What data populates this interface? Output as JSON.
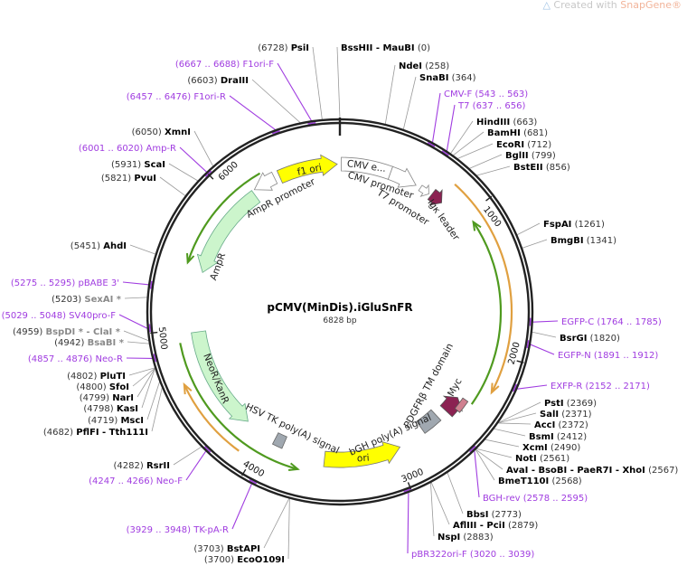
{
  "watermark": {
    "prefix": "Created with ",
    "brand": "SnapGene®"
  },
  "plasmid": {
    "name": "pCMV(MinDis).iGluSnFR",
    "length": "6828 bp"
  },
  "ticks": [
    "1000",
    "2000",
    "3000",
    "4000",
    "5000",
    "6000"
  ],
  "features": {
    "f1_ori": "f1 ori",
    "cmv_enhancer": "CMV e...",
    "cmv_promoter": "CMV promoter",
    "t7_promoter": "T7 promoter",
    "igk_leader": "Igκ leader",
    "ampr_promoter": "AmpR promoter",
    "ampr": "AmpR",
    "neor": "NeoR/KanR",
    "hsv_tk": "HSV TK poly(A) signal",
    "ori": "ori",
    "bgh": "bGH poly(A) signal",
    "pdgfr": "PDGFRβ TM domain",
    "myc": "Myc"
  },
  "colors": {
    "primer": "#a03ce0",
    "ori": "#ffff00",
    "resistance": "#ccf5cc",
    "orf_green": "#4f9a1f",
    "orf_orange": "#e0a040",
    "signal": "#a0a8b0",
    "tag": "#8b2252"
  },
  "left_labels": [
    {
      "pos": "(6728)",
      "name": "PsiI",
      "type": "enzyme"
    },
    {
      "pos": "(6667 .. 6688)",
      "name": "F1ori-F",
      "type": "primer"
    },
    {
      "pos": "(6603)",
      "name": "DraIII",
      "type": "enzyme"
    },
    {
      "pos": "(6457 .. 6476)",
      "name": "F1ori-R",
      "type": "primer"
    },
    {
      "pos": "(6050)",
      "name": "XmnI",
      "type": "enzyme"
    },
    {
      "pos": "(6001 .. 6020)",
      "name": "Amp-R",
      "type": "primer"
    },
    {
      "pos": "(5931)",
      "name": "ScaI",
      "type": "enzyme"
    },
    {
      "pos": "(5821)",
      "name": "PvuI",
      "type": "enzyme"
    },
    {
      "pos": "(5451)",
      "name": "AhdI",
      "type": "enzyme"
    },
    {
      "pos": "(5275 .. 5295)",
      "name": "pBABE 3'",
      "type": "primer"
    },
    {
      "pos": "(5203)",
      "name": "SexAI *",
      "type": "star"
    },
    {
      "pos": "(5029 .. 5048)",
      "name": "SV40pro-F",
      "type": "primer"
    },
    {
      "pos": "(4959)",
      "name": "BspDI * - ClaI *",
      "type": "star"
    },
    {
      "pos": "(4942)",
      "name": "BsaBI *",
      "type": "star"
    },
    {
      "pos": "(4857 .. 4876)",
      "name": "Neo-R",
      "type": "primer"
    },
    {
      "pos": "(4802)",
      "name": "PluTI",
      "type": "enzyme"
    },
    {
      "pos": "(4800)",
      "name": "SfoI",
      "type": "enzyme"
    },
    {
      "pos": "(4799)",
      "name": "NarI",
      "type": "enzyme"
    },
    {
      "pos": "(4798)",
      "name": "KasI",
      "type": "enzyme"
    },
    {
      "pos": "(4719)",
      "name": "MscI",
      "type": "enzyme"
    },
    {
      "pos": "(4682)",
      "name": "PflFI - Tth111I",
      "type": "enzyme"
    },
    {
      "pos": "(4282)",
      "name": "RsrII",
      "type": "enzyme"
    },
    {
      "pos": "(4247 .. 4266)",
      "name": "Neo-F",
      "type": "primer"
    },
    {
      "pos": "(3929 .. 3948)",
      "name": "TK-pA-R",
      "type": "primer"
    },
    {
      "pos": "(3703)",
      "name": "BstAPI",
      "type": "enzyme"
    },
    {
      "pos": "(3700)",
      "name": "EcoO109I",
      "type": "enzyme"
    }
  ],
  "right_labels": [
    {
      "pos": "(0)",
      "name": "BssHII - MauBI",
      "type": "enzyme"
    },
    {
      "pos": "(258)",
      "name": "NdeI",
      "type": "enzyme"
    },
    {
      "pos": "(364)",
      "name": "SnaBI",
      "type": "enzyme"
    },
    {
      "pos": "(543 .. 563)",
      "name": "CMV-F",
      "type": "primer"
    },
    {
      "pos": "(637 .. 656)",
      "name": "T7",
      "type": "primer"
    },
    {
      "pos": "(663)",
      "name": "HindIII",
      "type": "enzyme"
    },
    {
      "pos": "(681)",
      "name": "BamHI",
      "type": "enzyme"
    },
    {
      "pos": "(712)",
      "name": "EcoRI",
      "type": "enzyme"
    },
    {
      "pos": "(799)",
      "name": "BglII",
      "type": "enzyme"
    },
    {
      "pos": "(856)",
      "name": "BstEII",
      "type": "enzyme"
    },
    {
      "pos": "(1261)",
      "name": "FspAI",
      "type": "enzyme"
    },
    {
      "pos": "(1341)",
      "name": "BmgBI",
      "type": "enzyme"
    },
    {
      "pos": "(1764 .. 1785)",
      "name": "EGFP-C",
      "type": "primer"
    },
    {
      "pos": "(1820)",
      "name": "BsrGI",
      "type": "enzyme"
    },
    {
      "pos": "(1891 .. 1912)",
      "name": "EGFP-N",
      "type": "primer"
    },
    {
      "pos": "(2152 .. 2171)",
      "name": "EXFP-R",
      "type": "primer"
    },
    {
      "pos": "(2369)",
      "name": "PstI",
      "type": "enzyme"
    },
    {
      "pos": "(2371)",
      "name": "SalI",
      "type": "enzyme"
    },
    {
      "pos": "(2372)",
      "name": "AccI",
      "type": "enzyme"
    },
    {
      "pos": "(2412)",
      "name": "BsmI",
      "type": "enzyme"
    },
    {
      "pos": "(2490)",
      "name": "XcmI",
      "type": "enzyme"
    },
    {
      "pos": "(2561)",
      "name": "NotI",
      "type": "enzyme"
    },
    {
      "pos": "(2567)",
      "name": "AvaI - BsoBI - PaeR7I - XhoI",
      "type": "enzyme"
    },
    {
      "pos": "(2568)",
      "name": "BmeT110I",
      "type": "enzyme"
    },
    {
      "pos": "(2578 .. 2595)",
      "name": "BGH-rev",
      "type": "primer"
    },
    {
      "pos": "(2773)",
      "name": "BbsI",
      "type": "enzyme"
    },
    {
      "pos": "(2879)",
      "name": "AflIII - PciI",
      "type": "enzyme"
    },
    {
      "pos": "(2883)",
      "name": "NspI",
      "type": "enzyme"
    },
    {
      "pos": "(3020 .. 3039)",
      "name": "pBR322ori-F",
      "type": "primer"
    }
  ]
}
